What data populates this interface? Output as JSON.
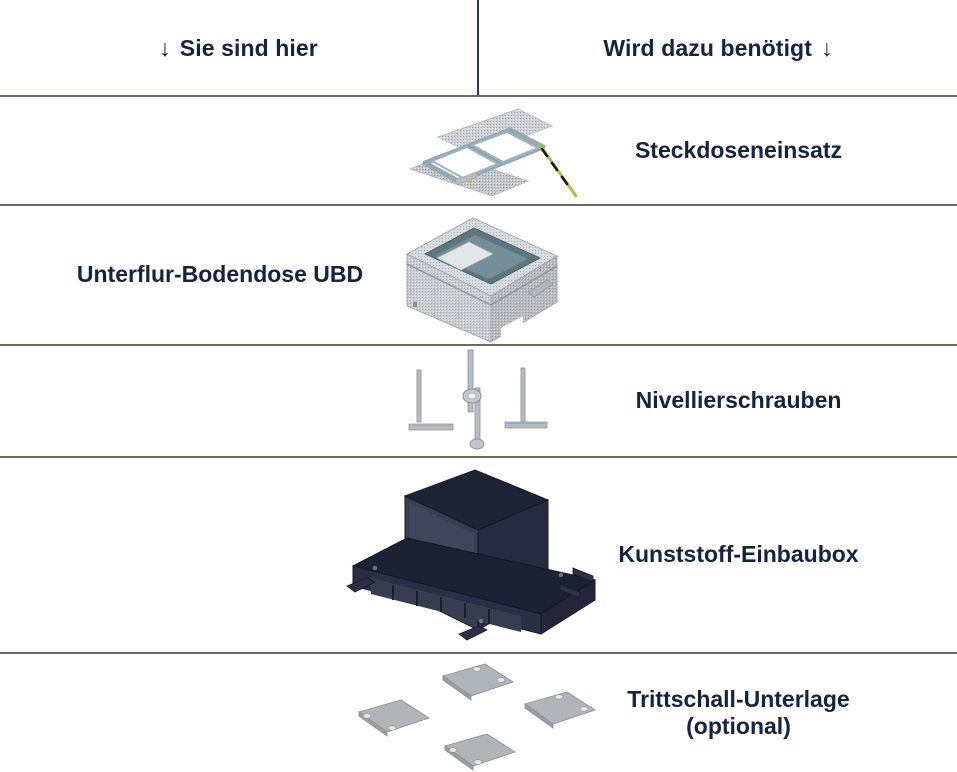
{
  "header": {
    "left": {
      "arrow": "↓",
      "arrow_name": "down-arrow",
      "label": "Sie sind hier"
    },
    "right": {
      "arrow": "↓",
      "arrow_name": "down-arrow",
      "label": "Wird dazu benötigt"
    }
  },
  "colors": {
    "text": "#14233f",
    "rule": "#6b6b63",
    "divider": "#2b3a55",
    "metal_light": "#d6d8da",
    "metal_mid": "#a9adb2",
    "metal_dark": "#7e848b",
    "frame_teal": "#8fa9b4",
    "wire_green": "#a9b446",
    "plastic_dark": "#1d2134",
    "plastic_mid": "#2a2f46",
    "plastic_light": "#3a4056",
    "background": "#ffffff"
  },
  "rows": [
    {
      "id": "steckdoseneinsatz",
      "label": "Steckdoseneinsatz",
      "label_side": "right",
      "art": "socket-insert-frame"
    },
    {
      "id": "unterflur-bodendose-ubd",
      "label": "Unterflur-Bodendose UBD",
      "label_side": "left",
      "art": "floor-box-ubd"
    },
    {
      "id": "nivellierschrauben",
      "label": "Nivellierschrauben",
      "label_side": "right",
      "art": "leveling-screws"
    },
    {
      "id": "kunststoff-einbaubox",
      "label": "Kunststoff-Einbaubox",
      "label_side": "right",
      "art": "plastic-install-box"
    },
    {
      "id": "trittschall-unterlage",
      "label": "Trittschall-Unterlage\n(optional)",
      "label_side": "right",
      "art": "impact-sound-pads"
    }
  ]
}
